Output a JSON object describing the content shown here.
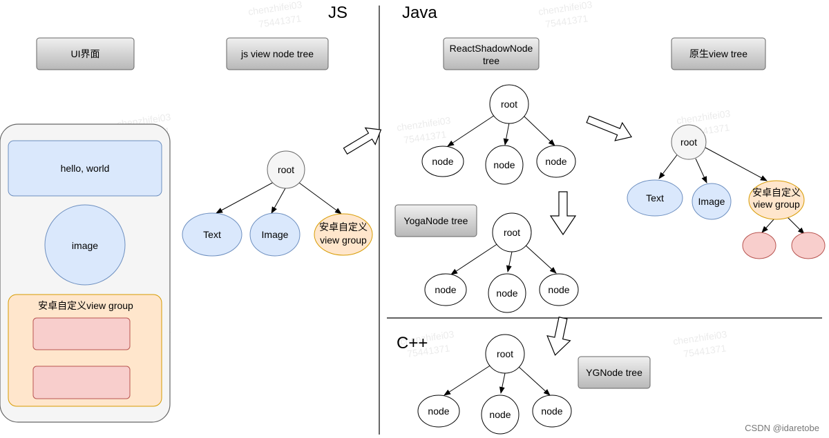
{
  "sections": {
    "js": "JS",
    "java": "Java",
    "cpp": "C++"
  },
  "headers": {
    "ui": "UI界面",
    "js_tree": "js view node tree",
    "shadow_line1": "ReactShadowNode",
    "shadow_line2": "tree",
    "native": "原生view tree",
    "yoga": "YogaNode tree",
    "yg": "YGNode tree"
  },
  "ui_panel": {
    "hello": "hello, world",
    "image": "image",
    "group": "安卓自定义view group"
  },
  "js_tree": {
    "root": "root",
    "text": "Text",
    "image": "Image",
    "group_line1": "安卓自定义",
    "group_line2": "view group"
  },
  "shadow_tree": {
    "root": "root",
    "n1": "node",
    "n2": "node",
    "n3": "node"
  },
  "native_tree": {
    "root": "root",
    "text": "Text",
    "image": "Image",
    "group_line1": "安卓自定义",
    "group_line2": "view group"
  },
  "yoga_tree": {
    "root": "root",
    "n1": "node",
    "n2": "node",
    "n3": "node"
  },
  "yg_tree": {
    "root": "root",
    "n1": "node",
    "n2": "node",
    "n3": "node"
  },
  "watermark": {
    "line1": "chenzhifei03",
    "line2": "75441371",
    "credit": "CSDN @idaretobe"
  },
  "colors": {
    "blue_fill": "#dae8fc",
    "blue_stroke": "#6c8ebf",
    "orange_fill": "#ffe6cc",
    "orange_stroke": "#d79b00",
    "red_fill": "#f8cecc",
    "red_stroke": "#b85450",
    "gray_node": "#f5f5f5"
  }
}
